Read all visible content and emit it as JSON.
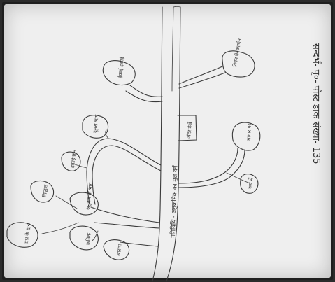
{
  "heading": "सन्दर्भ- पृ०- पोस्ट डाक संख्या- 135",
  "trunk_label": "गतिविधि - अनुक्रमिक का मूल वर्ग",
  "box_label": "अंदर देखें",
  "nodes": {
    "n1": "विषय के अंतर्गत",
    "n2": "ईकाई इकाई",
    "n3": "आधार पर",
    "n4": "रूप में",
    "n5": "दूसरा भाग",
    "n6": "इकाई क्रम",
    "n7": "सिद्धांत",
    "n8": "अनुक्रम के भाग",
    "n9": "प्रश्न के द्वारा",
    "n10": "क्रमिक",
    "n11": "आरम्भ"
  }
}
